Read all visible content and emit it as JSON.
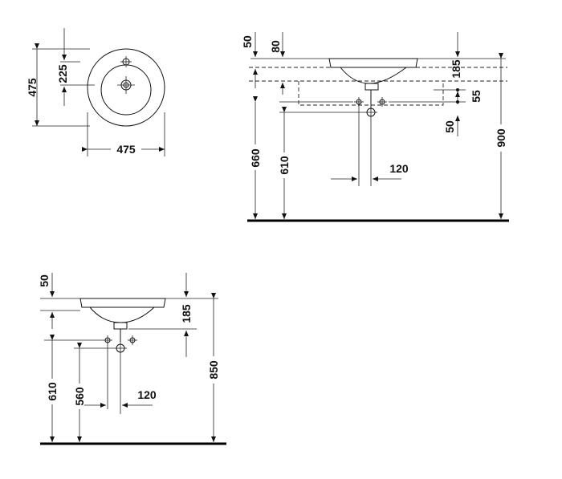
{
  "top_view": {
    "dim_height": "475",
    "dim_offset": "225",
    "dim_width": "475"
  },
  "side_view_900": {
    "dim_50": "50",
    "dim_80": "80",
    "dim_185": "185",
    "dim_55": "55",
    "dim_50b": "50",
    "dim_660": "660",
    "dim_610": "610",
    "dim_120": "120",
    "dim_900": "900"
  },
  "side_view_850": {
    "dim_50": "50",
    "dim_185": "185",
    "dim_610": "610",
    "dim_560": "560",
    "dim_120": "120",
    "dim_850": "850"
  }
}
